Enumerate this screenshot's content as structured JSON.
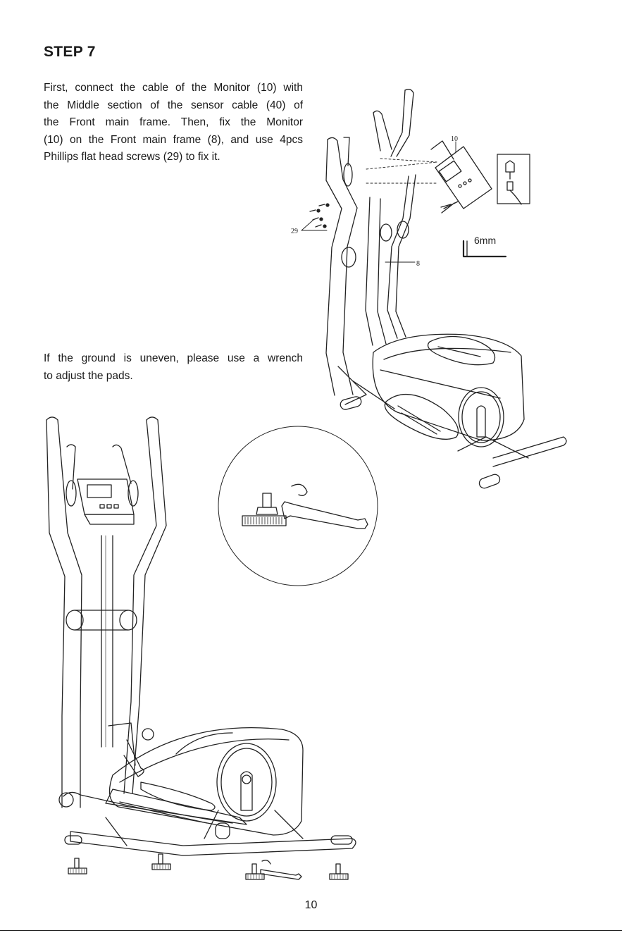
{
  "step_title": "STEP 7",
  "instruction_main": [
    "First, connect the cable of the Monitor (10) with",
    "the Middle section of the sensor cable (40) of",
    "the Front main frame. Then, fix the Monitor",
    "(10) on the Front main frame (8), and use 4pcs",
    "Phillips flat head screws (29) to fix it."
  ],
  "instruction_pads": [
    "If the ground is uneven, please use a wrench",
    "to adjust the pads."
  ],
  "callouts": {
    "monitor": "10",
    "screws": "29",
    "front_frame": "8",
    "allen_key": "6mm"
  },
  "page_number": "10"
}
